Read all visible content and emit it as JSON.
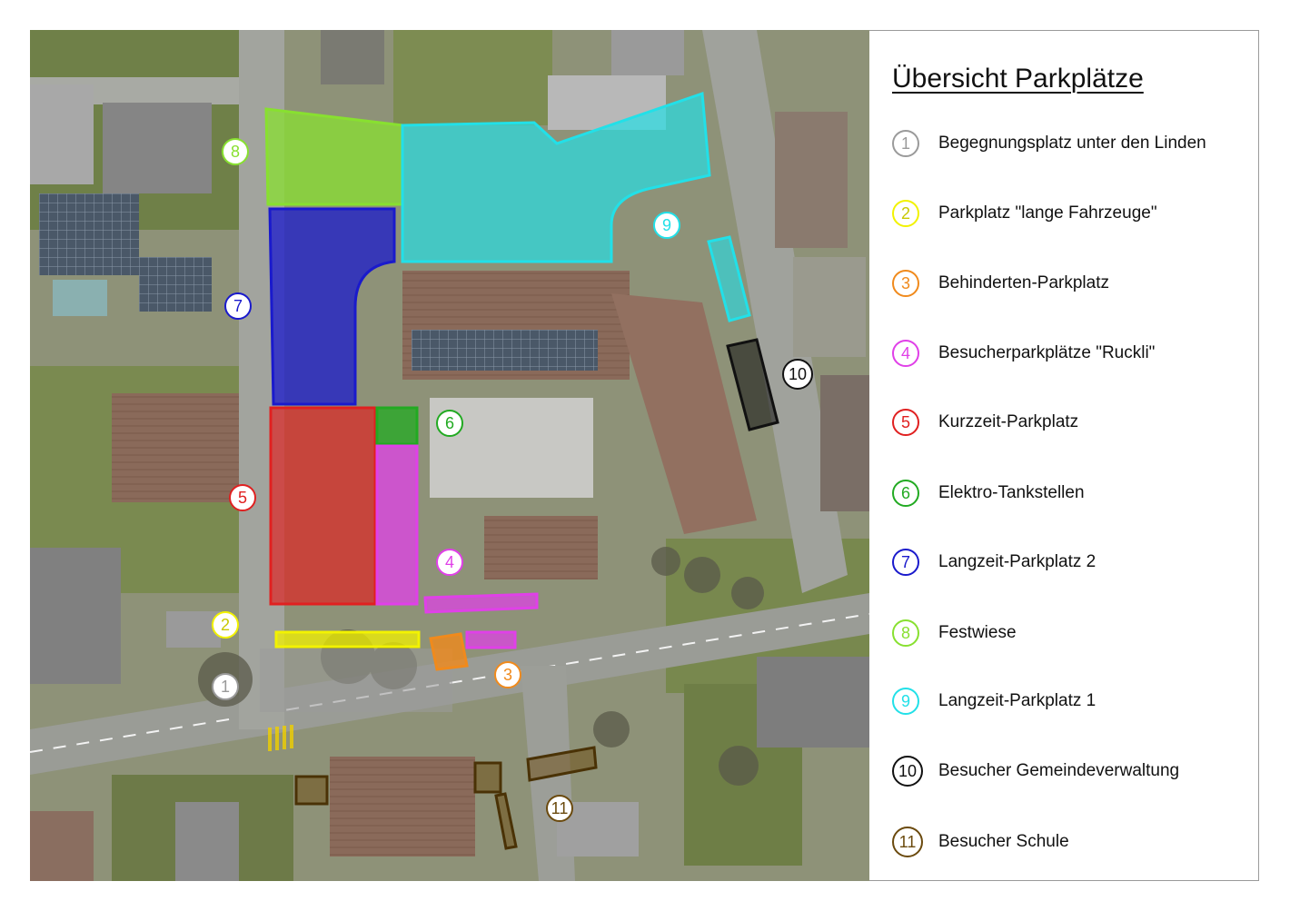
{
  "legend": {
    "title": "Übersicht Parkplätze",
    "items": [
      {
        "num": "1",
        "label": "Begegnungsplatz unter den Linden",
        "color": "#9a9a9a"
      },
      {
        "num": "2",
        "label": "Parkplatz \"lange Fahrzeuge\"",
        "color": "#f2f200"
      },
      {
        "num": "3",
        "label": "Behinderten-Parkplatz",
        "color": "#f08a1c"
      },
      {
        "num": "4",
        "label": "Besucherparkplätze \"Ruckli\"",
        "color": "#e040e8"
      },
      {
        "num": "5",
        "label": "Kurzzeit-Parkplatz",
        "color": "#e02020"
      },
      {
        "num": "6",
        "label": "Elektro-Tankstellen",
        "color": "#22aa22"
      },
      {
        "num": "7",
        "label": "Langzeit-Parkplatz 2",
        "color": "#1a1acc"
      },
      {
        "num": "8",
        "label": "Festwiese",
        "color": "#88e030"
      },
      {
        "num": "9",
        "label": "Langzeit-Parkplatz 1",
        "color": "#22e0e8"
      },
      {
        "num": "10",
        "label": "Besucher Gemeindeverwaltung",
        "color": "#111111"
      },
      {
        "num": "11",
        "label": "Besucher Schule",
        "color": "#6b4a0e"
      }
    ]
  },
  "map": {
    "markers": [
      "1",
      "2",
      "3",
      "4",
      "5",
      "6",
      "7",
      "8",
      "9",
      "10",
      "11"
    ]
  }
}
